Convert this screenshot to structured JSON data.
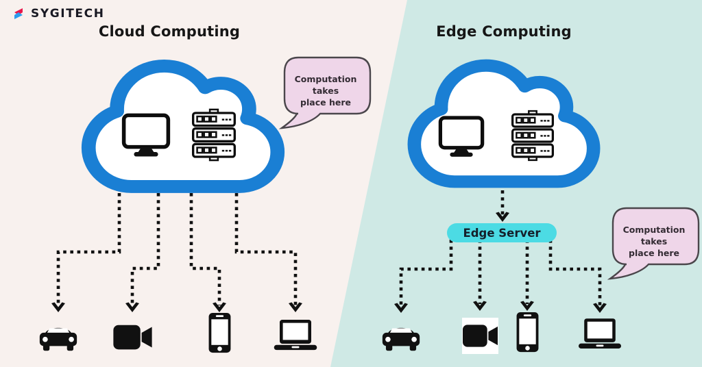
{
  "logo": {
    "brand": "SYGITECH"
  },
  "cloud_panel": {
    "title": "Cloud Computing",
    "bubble": {
      "line1": "Computation takes",
      "line2": "place here"
    },
    "cloud_icons": [
      "monitor-icon",
      "server-rack-icon"
    ],
    "devices": [
      "car",
      "video-camera",
      "smartphone",
      "laptop"
    ]
  },
  "edge_panel": {
    "title": "Edge Computing",
    "edge_server_label": "Edge Server",
    "bubble": {
      "line1": "Computation takes",
      "line2": "place here"
    },
    "cloud_icons": [
      "monitor-icon",
      "server-rack-icon"
    ],
    "devices": [
      "car",
      "video-camera",
      "smartphone",
      "laptop"
    ]
  },
  "colors": {
    "left_bg": "#f8f1ee",
    "right_bg": "#cfe9e5",
    "cloud_blue": "#1a7fd4",
    "bubble_pink": "#efd6e9",
    "bubble_border": "#4a464b",
    "edge_pill": "#4cdbe4",
    "ink": "#111111",
    "logo_red": "#e8174c",
    "logo_blue": "#2d9ced"
  }
}
